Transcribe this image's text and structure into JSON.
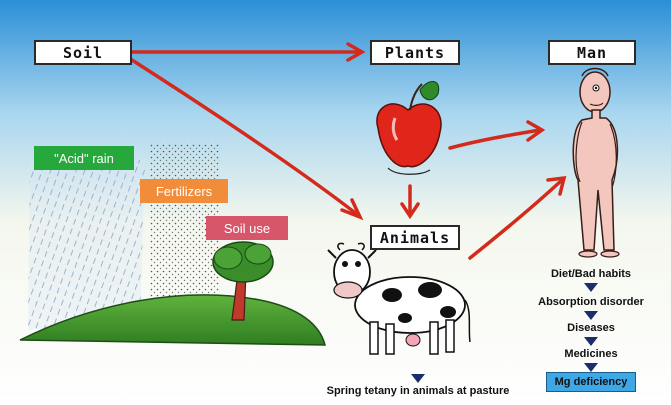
{
  "nodes": {
    "soil": "Soil",
    "plants": "Plants",
    "man": "Man",
    "animals": "Animals"
  },
  "factors": {
    "acid_rain": "\"Acid\" rain",
    "fertilizers": "Fertilizers",
    "soil_use": "Soil use"
  },
  "animal_outcome": "Spring tetany in animals at pasture",
  "human_chain": {
    "diet": "Diet/Bad habits",
    "absorption": "Absorption disorder",
    "diseases": "Diseases",
    "medicines": "Medicines",
    "deficiency": "Mg deficiency"
  },
  "colors": {
    "arrow": "#d42a1c",
    "acid_rain_tag": "#27a83c",
    "fertilizers_tag": "#f08c3a",
    "soil_use_tag": "#d8566a",
    "chain_triangle": "#1b2d6b",
    "deficiency_box": "#3ea8e6"
  }
}
